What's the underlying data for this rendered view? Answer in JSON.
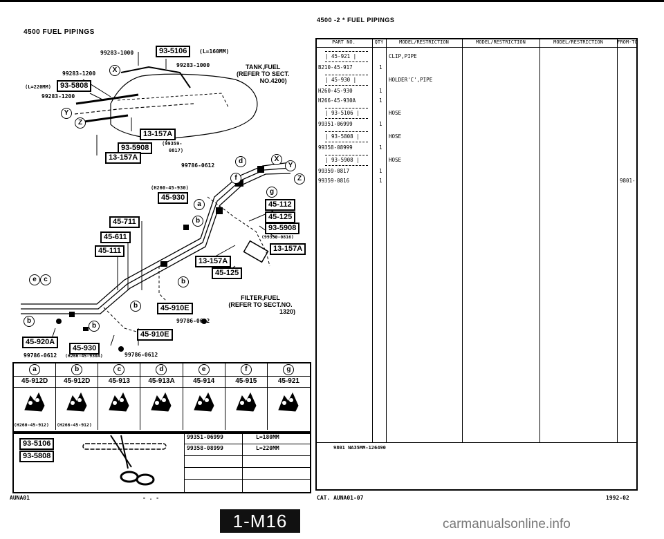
{
  "header": {
    "left_title": "4500    FUEL PIPINGS",
    "right_title": "4500  -2 *  FUEL PIPINGS"
  },
  "diagram": {
    "part_boxes": [
      "93-5106",
      "93-5808",
      "13-157A",
      "93-5908",
      "13-157A",
      "45-930",
      "45-711",
      "45-611",
      "45-111",
      "13-157A",
      "45-125",
      "45-910E",
      "45-920A",
      "45-930",
      "45-910E",
      "45-112",
      "45-125",
      "93-5908",
      "13-157A"
    ],
    "labels": {
      "l1": "99283-1000",
      "l2": "(L=160MM)",
      "l3": "99283-1000",
      "l4": "99283-1200",
      "l5": "(L=220MM)",
      "l6": "99283-1200",
      "l7": "(99359-",
      "l8": "0817)",
      "l9": "99786-0612",
      "l10": "(H260-45-930)",
      "l11": "(99359-0816)",
      "l12": "99786-0612",
      "l13": "99786-0612",
      "l14": "(H266-45-930A)",
      "l15": "99786-0612"
    },
    "notes": {
      "tank": [
        "TANK,FUEL",
        "(REFER TO SECT.",
        "NO.4200)"
      ],
      "filter": [
        "FILTER,FUEL",
        "(REFER TO SECT.NO.",
        "1320)"
      ]
    },
    "callouts": [
      "X",
      "Y",
      "Z",
      "a",
      "b",
      "c",
      "d",
      "e",
      "f",
      "g"
    ]
  },
  "clip_table": {
    "letters": [
      "a",
      "b",
      "c",
      "d",
      "e",
      "f",
      "g"
    ],
    "parts": [
      "45-912D",
      "45-912D",
      "45-913",
      "45-913A",
      "45-914",
      "45-915",
      "45-921"
    ],
    "notes": [
      "(H260-45-912)",
      "(H266-45-912)"
    ],
    "hose_boxes": [
      "93-5106",
      "93-5808"
    ],
    "hose_rows": [
      {
        "part": "99351-06999",
        "len": "L=180MM"
      },
      {
        "part": "99358-08999",
        "len": "L=220MM"
      }
    ]
  },
  "parts_table": {
    "headers": [
      "PART NO.",
      "QTY",
      "MODEL/RESTRICTION",
      "MODEL/RESTRICTION",
      "MODEL/RESTRICTION",
      "FROM-TO"
    ],
    "rows": [
      {
        "part": "| 45-921 |",
        "qty": "",
        "desc": "CLIP,PIPE",
        "from": ""
      },
      {
        "part": "B210-45-917",
        "qty": "1",
        "desc": "",
        "from": ""
      },
      {
        "part": "| 45-930 |",
        "qty": "",
        "desc": "HOLDER'C',PIPE",
        "from": ""
      },
      {
        "part": "H260-45-930",
        "qty": "1",
        "desc": "",
        "from": ""
      },
      {
        "part": "H266-45-930A",
        "qty": "1",
        "desc": "",
        "from": ""
      },
      {
        "part": "| 93-5106 |",
        "qty": "",
        "desc": "HOSE",
        "from": ""
      },
      {
        "part": "99351-06999",
        "qty": "1",
        "desc": "",
        "from": ""
      },
      {
        "part": "| 93-5808 |",
        "qty": "",
        "desc": "HOSE",
        "from": ""
      },
      {
        "part": "99358-08999",
        "qty": "1",
        "desc": "",
        "from": ""
      },
      {
        "part": "| 93-5908 |",
        "qty": "",
        "desc": "HOSE",
        "from": ""
      },
      {
        "part": "99359-0817",
        "qty": "1",
        "desc": "",
        "from": ""
      },
      {
        "part": "99359-0816",
        "qty": "1",
        "desc": "",
        "from": "9801-"
      }
    ],
    "footnote": "9801 NA35MM-126490"
  },
  "footer": {
    "left": "AUNA01",
    "dash": "-  .  -",
    "cat": "CAT. AUNA01-07",
    "date": "1992-02",
    "tab": "1-M16",
    "watermark": "carmanualsonline.info"
  }
}
